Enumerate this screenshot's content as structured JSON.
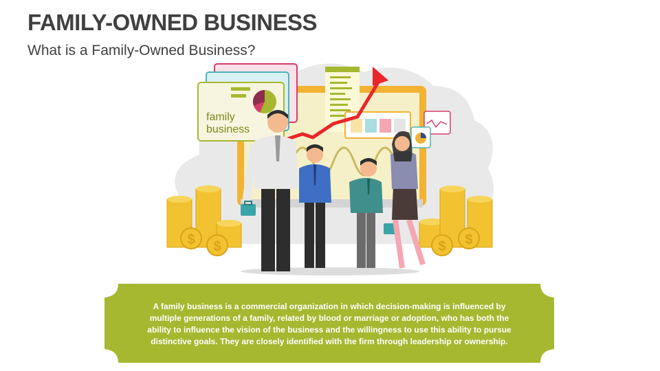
{
  "header": {
    "title": "FAMILY-OWNED BUSINESS",
    "subtitle": "What is a Family-Owned Business?"
  },
  "illustration": {
    "board_label_line1": "family",
    "board_label_line2": "business"
  },
  "definition": {
    "text": "A family business is a commercial organization in which decision-making is influenced by multiple generations of a family, related by blood or marriage or adoption, who has both the ability to influence the vision of the business and the willingness to use this ability to pursue distinctive goals. They are closely identified with the firm through leadership or ownership."
  },
  "colors": {
    "accent_green": "#a5b82f",
    "title_gray": "#404040",
    "coin_gold": "#f2c230",
    "arrow_red": "#e8262b"
  },
  "icons": [
    "dollar-coin-icon",
    "pie-chart-icon",
    "briefcase-icon",
    "growth-arrow-icon"
  ]
}
